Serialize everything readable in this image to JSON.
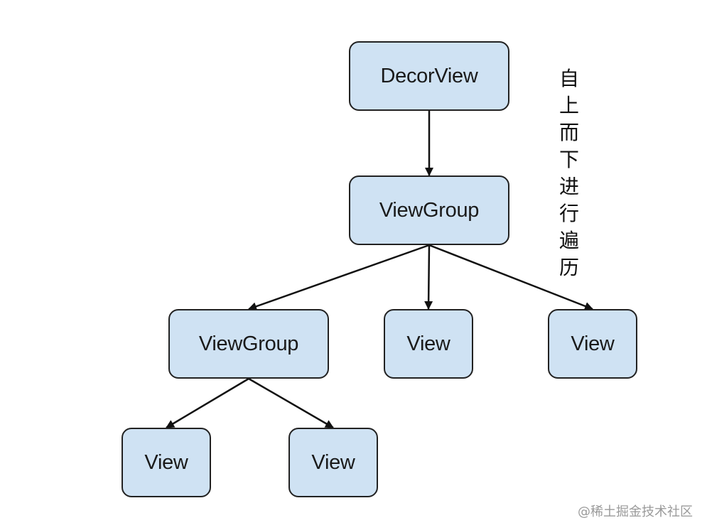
{
  "diagram": {
    "nodes": {
      "decor_view": "DecorView",
      "view_group_top": "ViewGroup",
      "view_group_child": "ViewGroup",
      "view_mid": "View",
      "view_right": "View",
      "view_bottom_left": "View",
      "view_bottom_right": "View"
    },
    "edges": [
      {
        "from": "decor_view",
        "to": "view_group_top"
      },
      {
        "from": "view_group_top",
        "to": "view_group_child"
      },
      {
        "from": "view_group_top",
        "to": "view_mid"
      },
      {
        "from": "view_group_top",
        "to": "view_right"
      },
      {
        "from": "view_group_child",
        "to": "view_bottom_left"
      },
      {
        "from": "view_group_child",
        "to": "view_bottom_right"
      }
    ],
    "side_note": "自上而下进行遍历",
    "colors": {
      "node_fill": "#cfe2f3",
      "node_border": "#222222",
      "edge": "#111111"
    }
  },
  "watermark": "@稀土掘金技术社区"
}
